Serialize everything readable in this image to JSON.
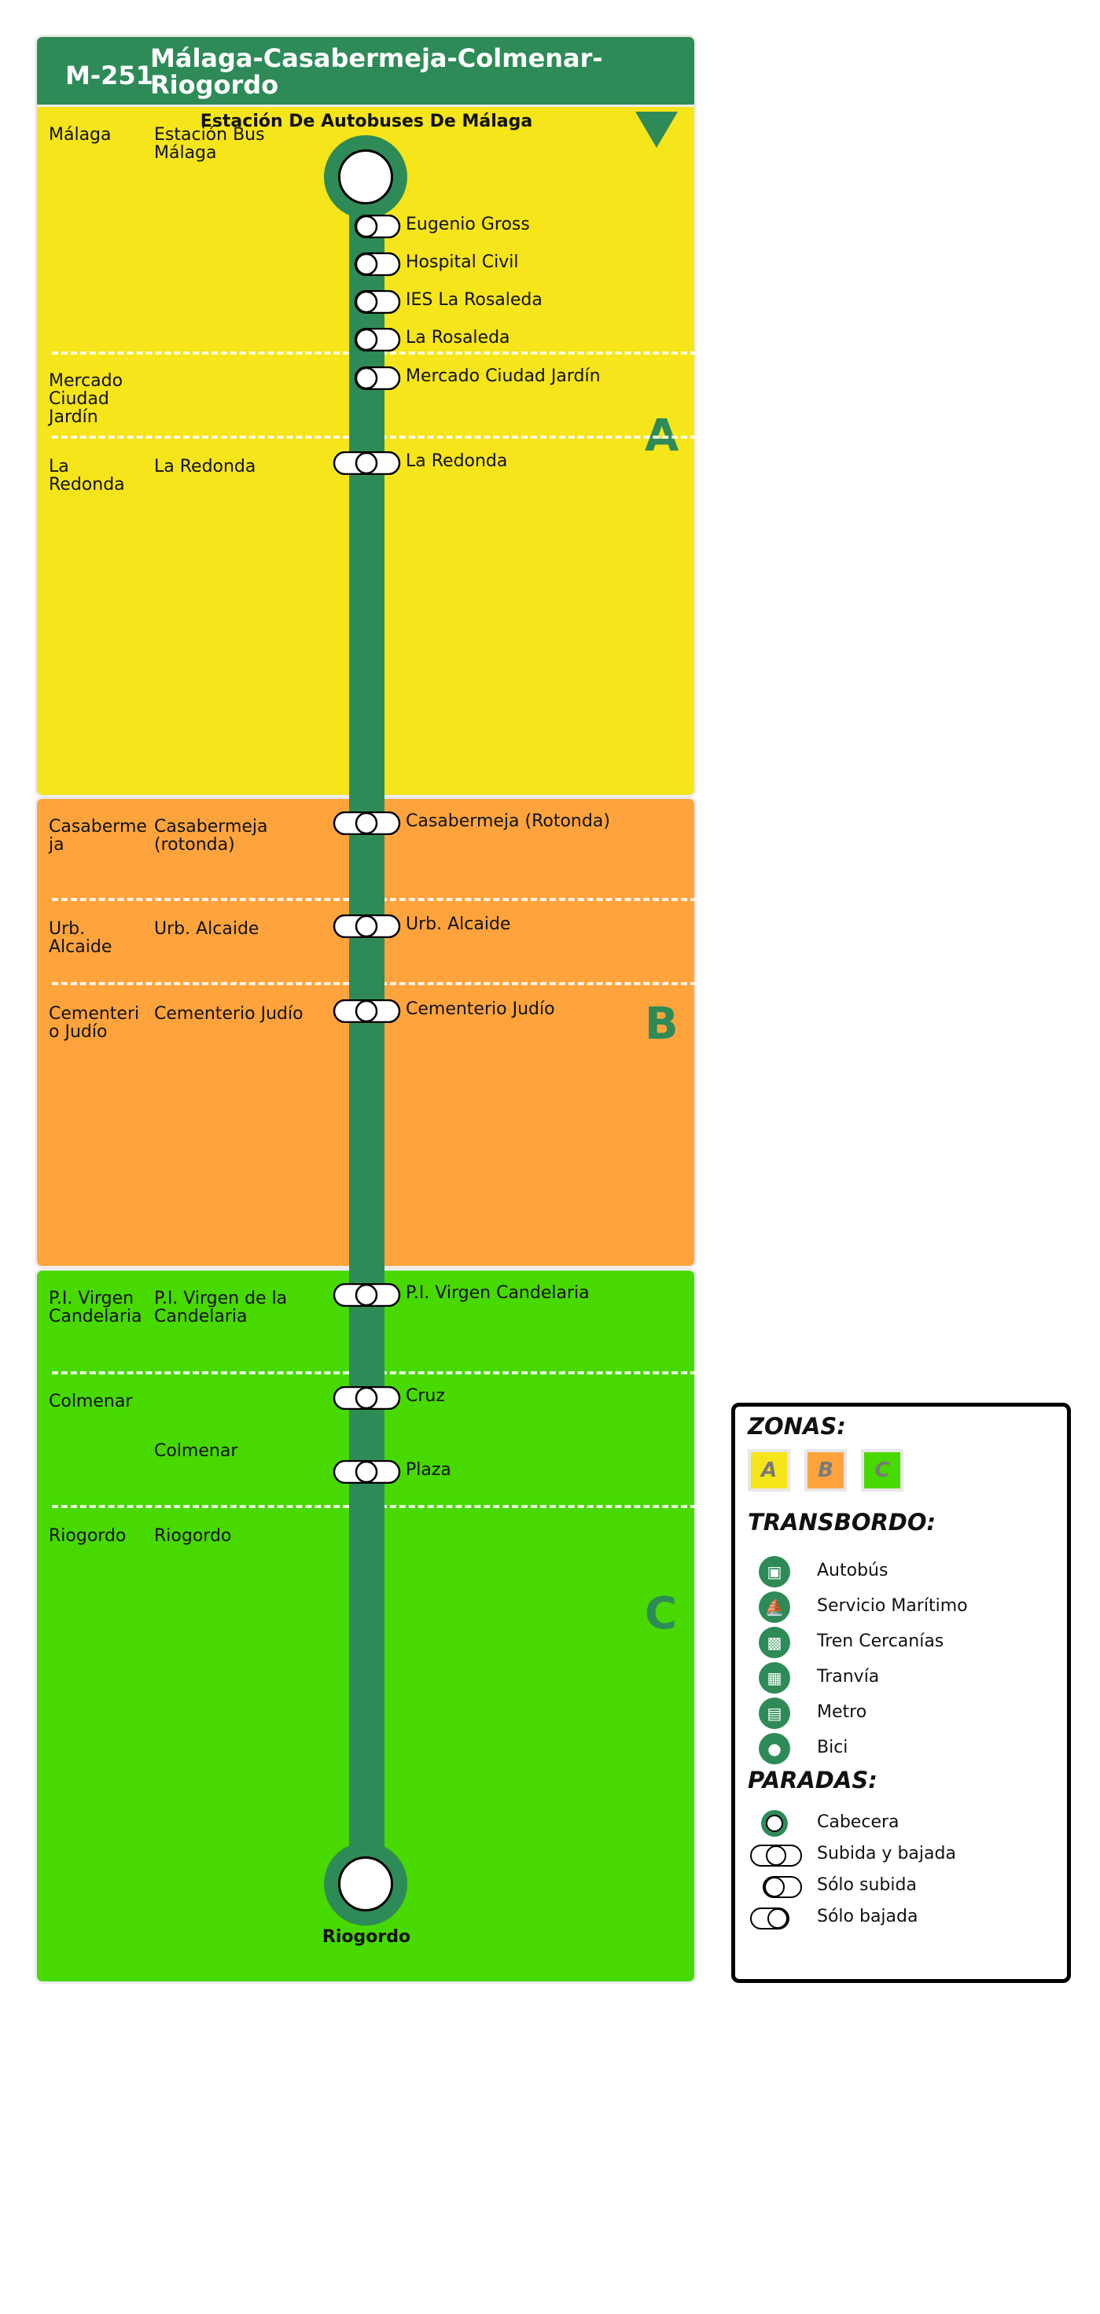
{
  "route": {
    "code": "M-251",
    "name": "Málaga-Casabermeja-Colmenar-Riogordo",
    "origin": "Estación De Autobuses De Málaga",
    "destination": "Riogordo"
  },
  "colors": {
    "line": "#2e8b57",
    "zone_a": "#f5e51a",
    "zone_b": "#ffa43d",
    "zone_c": "#48d900"
  },
  "zones": [
    {
      "letter": "A"
    },
    {
      "letter": "B"
    },
    {
      "letter": "C"
    }
  ],
  "municipalities": [
    "Málaga",
    "Mercado\nCiudad\nJardín",
    "La\nRedonda",
    "Casaberme\nja",
    "Urb.\nAlcaide",
    "Cementeri\no Judío",
    "P.I. Virgen\nCandelaria",
    "Colmenar",
    "Riogordo"
  ],
  "localities": [
    "Estación Bus\nMálaga",
    "La Redonda",
    "Casabermeja\n(rotonda)",
    "Urb. Alcaide",
    "Cementerio Judío",
    "P.I. Virgen de la\nCandelaria",
    "Colmenar",
    "Riogordo"
  ],
  "stops": [
    {
      "name": "Eugenio Gross",
      "type": "Sólo subida"
    },
    {
      "name": "Hospital Civil",
      "type": "Sólo subida"
    },
    {
      "name": "IES La Rosaleda",
      "type": "Sólo subida"
    },
    {
      "name": "La Rosaleda",
      "type": "Sólo subida"
    },
    {
      "name": "Mercado Ciudad Jardín",
      "type": "Sólo subida"
    },
    {
      "name": "La Redonda",
      "type": "Subida y bajada"
    },
    {
      "name": "Casabermeja (Rotonda)",
      "type": "Subida y bajada"
    },
    {
      "name": "Urb. Alcaide",
      "type": "Subida y bajada"
    },
    {
      "name": "Cementerio Judío",
      "type": "Subida y bajada"
    },
    {
      "name": "P.I. Virgen Candelaria",
      "type": "Subida y bajada"
    },
    {
      "name": "Cruz",
      "type": "Subida y bajada"
    },
    {
      "name": "Plaza",
      "type": "Subida y bajada"
    }
  ],
  "legend": {
    "zones_title": "ZONAS:",
    "zone_letters": [
      "A",
      "B",
      "C"
    ],
    "transfer_title": "TRANSBORDO:",
    "transfers": [
      {
        "label": "Autobús",
        "icon": "bus-icon"
      },
      {
        "label": "Servicio Marítimo",
        "icon": "ferry-icon"
      },
      {
        "label": "Tren Cercanías",
        "icon": "train-icon"
      },
      {
        "label": "Tranvía",
        "icon": "tram-icon"
      },
      {
        "label": "Metro",
        "icon": "metro-icon"
      },
      {
        "label": "Bici",
        "icon": "bike-icon"
      }
    ],
    "stops_title": "PARADAS:",
    "stop_types": [
      {
        "label": "Cabecera"
      },
      {
        "label": "Subida y bajada"
      },
      {
        "label": "Sólo subida"
      },
      {
        "label": "Sólo bajada"
      }
    ]
  }
}
